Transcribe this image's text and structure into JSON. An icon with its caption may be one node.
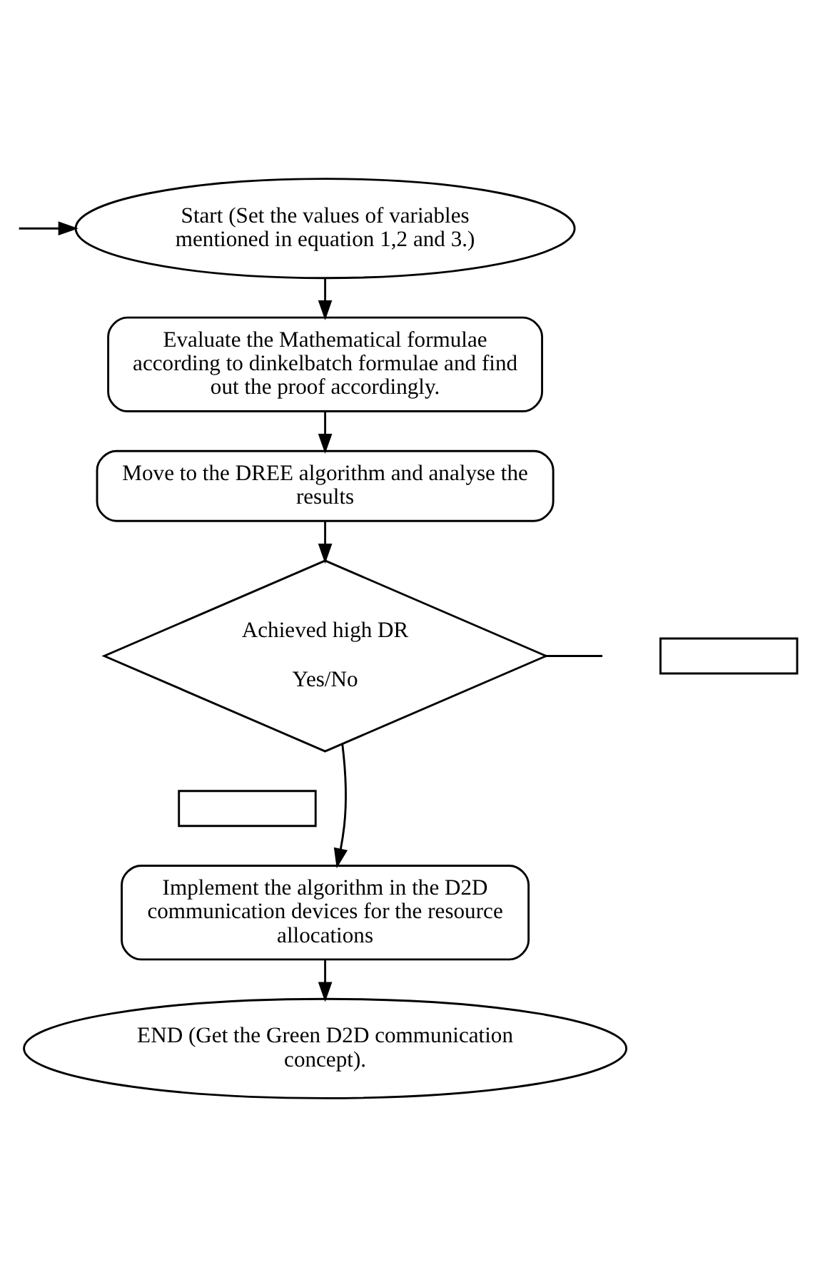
{
  "diagram": {
    "nodes": [
      {
        "text": [
          "Start (Set the values of variables mentioned in equation 1,2 and 3.)"
        ]
      },
      {
        "text": [
          "Evaluate the Mathematical formulae according to dinkelbatch formulae and find out the proof accordingly."
        ]
      },
      {
        "text": [
          "Move to the DREE algorithm and analyse the results"
        ]
      },
      {
        "text": [
          "Achieved high DR",
          "Yes/No"
        ]
      },
      {
        "text": [],
        "shape": "box"
      },
      {
        "text": [],
        "shape": "box"
      },
      {
        "text": [
          "Implement the algorithm in the D2D communication devices for the resource allocations"
        ]
      },
      {
        "text": [
          "END (Get the Green D2D communication concept)."
        ]
      }
    ],
    "edges": [
      {
        "from": 0,
        "to": 1,
        "arrow": "to"
      },
      {
        "from": 1,
        "to": 2,
        "arrow": "to"
      },
      {
        "from": 2,
        "to": 3,
        "arrow": "to"
      },
      {
        "from": 3,
        "to": 6,
        "arrow": "to"
      },
      {
        "from": 6,
        "to": 7,
        "arrow": "to"
      },
      {
        "from": 3,
        "to": null,
        "arrow": "none"
      },
      {
        "from": null,
        "to": 0,
        "arrow": "to"
      }
    ]
  }
}
